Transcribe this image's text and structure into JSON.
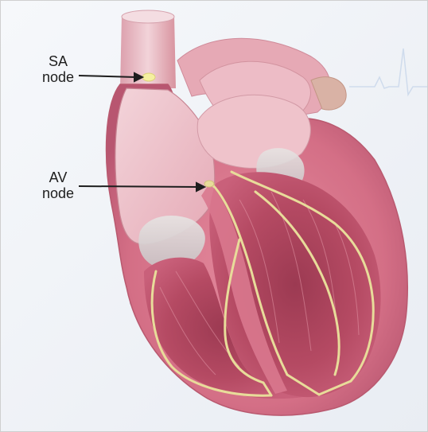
{
  "labels": {
    "sa_node": {
      "line1": "SA",
      "line2": "node"
    },
    "av_node": {
      "line1": "AV",
      "line2": "node"
    }
  },
  "colors": {
    "background": "#eef1f6",
    "heart_wall": "#d9778c",
    "heart_light": "#efc3cb",
    "chamber_interior": "#b3485f",
    "conduction_fibers": "#e8dc9a",
    "sa_node": "#f5f0a0",
    "ecg_trace": "#c7d6ea"
  }
}
